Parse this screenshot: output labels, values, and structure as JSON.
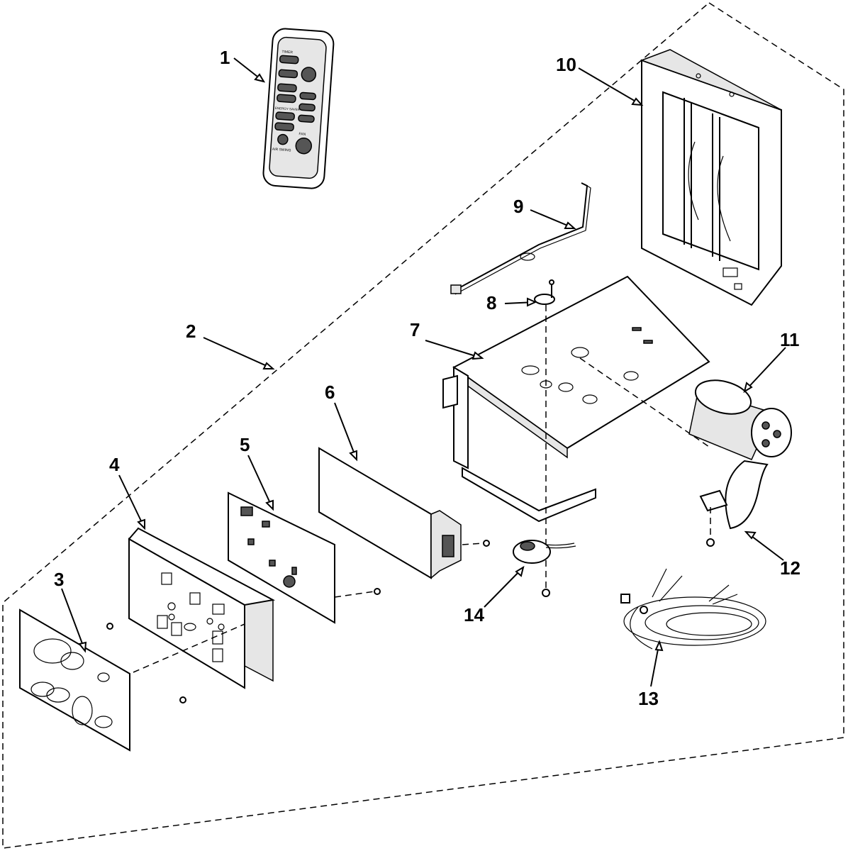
{
  "callouts": [
    {
      "id": "1",
      "label": "1"
    },
    {
      "id": "2",
      "label": "2"
    },
    {
      "id": "3",
      "label": "3"
    },
    {
      "id": "4",
      "label": "4"
    },
    {
      "id": "5",
      "label": "5"
    },
    {
      "id": "6",
      "label": "6"
    },
    {
      "id": "7",
      "label": "7"
    },
    {
      "id": "8",
      "label": "8"
    },
    {
      "id": "9",
      "label": "9"
    },
    {
      "id": "10",
      "label": "10"
    },
    {
      "id": "11",
      "label": "11"
    },
    {
      "id": "12",
      "label": "12"
    },
    {
      "id": "13",
      "label": "13"
    },
    {
      "id": "14",
      "label": "14"
    }
  ],
  "remote": {
    "timer_label": "TIMER",
    "fan_label": "FAN",
    "airswing_label": "AIR SWING",
    "energy_saver_label": "ENERGY SAVER"
  },
  "colors": {
    "line": "#000000",
    "background": "#ffffff",
    "fill_grey": "#e6e6e6"
  }
}
